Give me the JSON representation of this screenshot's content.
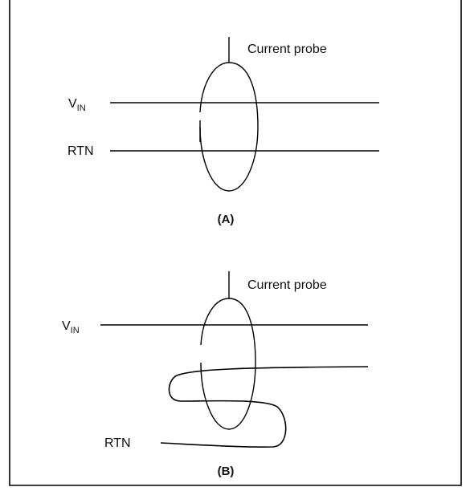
{
  "panel_a": {
    "probe_label": "Current probe",
    "vin_main": "V",
    "vin_sub": "IN",
    "rtn_label": "RTN",
    "caption": "(A)"
  },
  "panel_b": {
    "probe_label": "Current probe",
    "vin_main": "V",
    "vin_sub": "IN",
    "rtn_label": "RTN",
    "caption": "(B)"
  }
}
